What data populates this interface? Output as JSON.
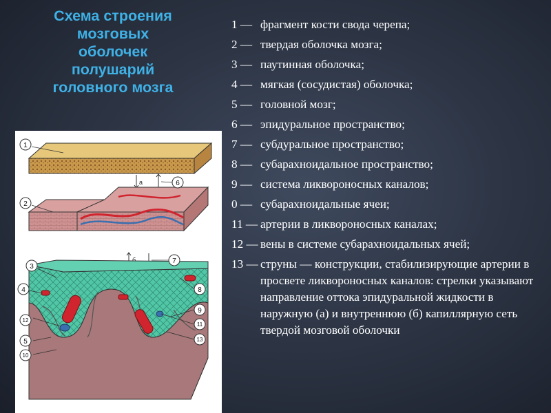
{
  "title": {
    "lines": [
      "Схема строения",
      "мозговых",
      "оболочек",
      "полушарий",
      "головного мозга"
    ]
  },
  "legend": [
    {
      "num": "1 —",
      "text": "фрагмент кости свода черепа;"
    },
    {
      "num": "2 —",
      "text": "твердая оболочка мозга;"
    },
    {
      "num": "3 —",
      "text": "паутинная оболочка;"
    },
    {
      "num": "4 —",
      "text": "мягкая (сосудистая) оболочка;"
    },
    {
      "num": "5 —",
      "text": "головной мозг;"
    },
    {
      "num": "6 —",
      "text": "эпидуральное пространство;"
    },
    {
      "num": "7 —",
      "text": "субдуральное пространство;"
    },
    {
      "num": "8 —",
      "text": "субарахноидальное пространство;"
    },
    {
      "num": "9 —",
      "text": "система ликвороносных каналов;"
    },
    {
      "num": "0 —",
      "text": "субарахноидальные ячеи;"
    },
    {
      "num": "11 —",
      "text": "артерии в ликвороносных каналах;"
    },
    {
      "num": "12 —",
      "text": "вены в системе субарахноидальных ячей;"
    },
    {
      "num": "13 —",
      "text": "струны — конструкции, стабилизирующие артерии в просвете ликвороносных каналов: стрелки указывают направление оттока эпидуральной жидкости в наружную (а) и внутреннюю (б) капиллярную сеть твердой мозговой оболочки"
    }
  ],
  "figure": {
    "callouts": [
      "1",
      "2",
      "3",
      "4",
      "5",
      "6",
      "7",
      "8",
      "9",
      "10",
      "11",
      "12",
      "13"
    ],
    "arrow_labels": [
      "а",
      "б"
    ]
  },
  "colors": {
    "title": "#3fb1e6",
    "bone": "#e7c87a",
    "dura": "#c98a8a",
    "arachnoid": "#52c7a6",
    "brain": "#a8787a",
    "artery": "#d0242e",
    "vein": "#3a6fb0"
  }
}
